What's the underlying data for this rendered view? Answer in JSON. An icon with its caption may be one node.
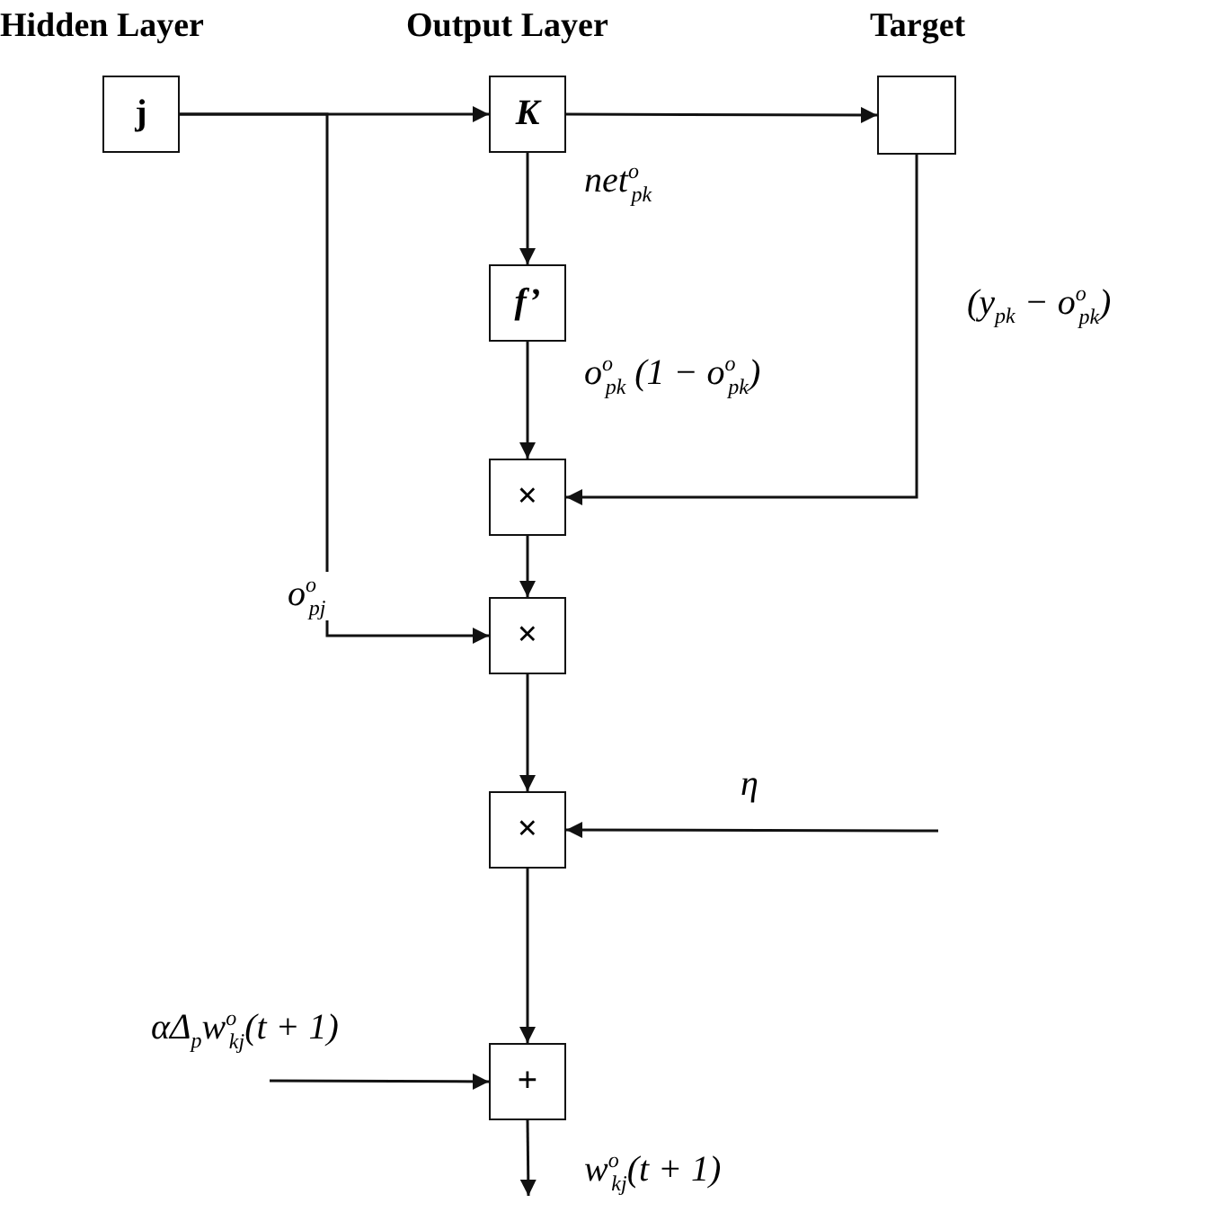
{
  "diagram": {
    "nodes": [
      {
        "text": [
          "j"
        ]
      },
      {
        "text": [
          "K"
        ]
      },
      {
        "text": [],
        "shape": "box"
      },
      {
        "text": [
          "f’"
        ]
      },
      {
        "text": [
          "×"
        ]
      },
      {
        "text": [
          "×"
        ]
      },
      {
        "text": [
          "×"
        ]
      },
      {
        "text": [
          "+"
        ]
      }
    ],
    "edges": [
      {
        "from": 0,
        "to": 1,
        "arrow": "to"
      },
      {
        "from": 0,
        "to": 5,
        "arrow": "to",
        "label": "o$^{o}$$_{pj}$"
      },
      {
        "from": 1,
        "to": 2,
        "arrow": "to"
      },
      {
        "from": 1,
        "to": 3,
        "arrow": "to",
        "label": "net$^{o}$$_{pk}$"
      },
      {
        "from": 3,
        "to": 4,
        "arrow": "to",
        "label": "o$^{o}$$_{pk}$ (1 − o$^{o}$$_{pk}$)"
      },
      {
        "from": 2,
        "to": 4,
        "arrow": "to",
        "label": "(y$_{pk}$ − o$^{o}$$_{pk}$)"
      },
      {
        "from": 4,
        "to": 5,
        "arrow": "to"
      },
      {
        "from": 5,
        "to": 6,
        "arrow": "to"
      },
      {
        "from": null,
        "to": 6,
        "arrow": "to",
        "label": "η"
      },
      {
        "from": 6,
        "to": 7,
        "arrow": "to"
      },
      {
        "from": null,
        "to": 7,
        "arrow": "to",
        "label": "αΔ$_{p}$w$^{o}$$_{kj}$(t + 1)"
      },
      {
        "from": 7,
        "to": null,
        "arrow": "to",
        "label": "w$^{o}$$_{kj}$(t + 1)"
      }
    ],
    "labels": [
      "Hidden Layer",
      "Output Layer",
      "Target"
    ]
  }
}
